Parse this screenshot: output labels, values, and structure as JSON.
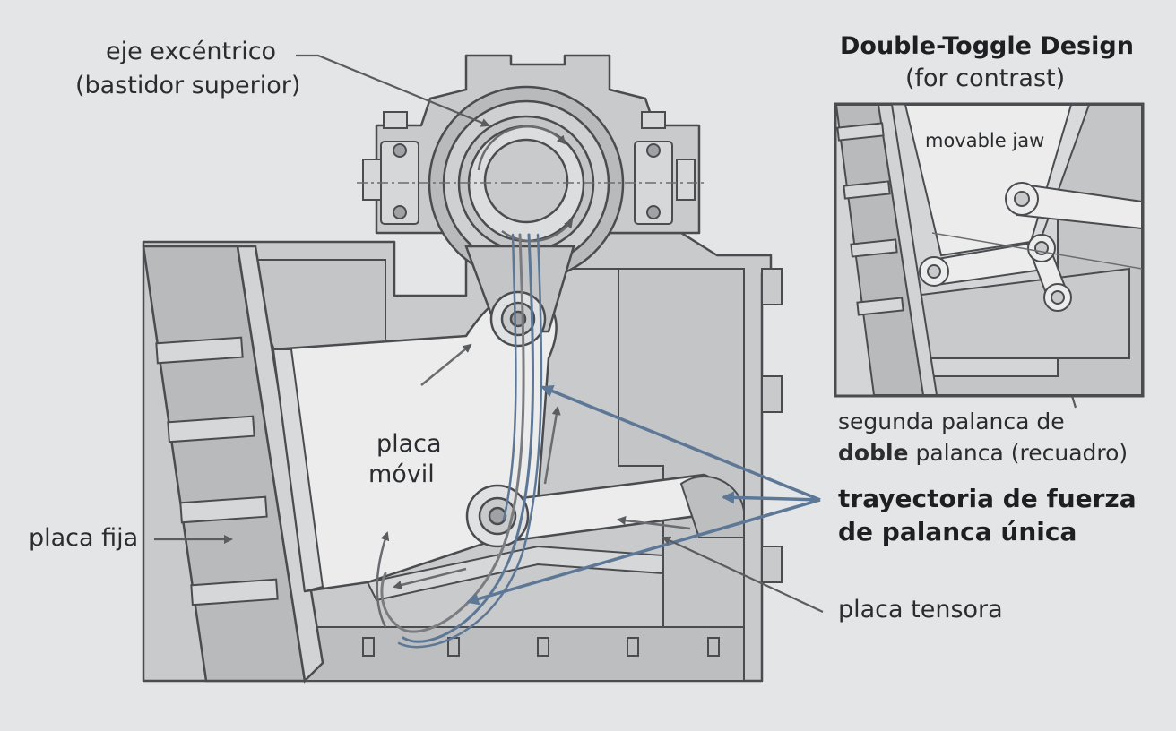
{
  "labels": {
    "eccentric_shaft": "eje excéntrico",
    "upper_frame": "(bastidor superior)",
    "fixed_plate": "placa fija",
    "movable_plate_1": "placa",
    "movable_plate_2": "móvil",
    "force_path_1": "trayectoria de fuerza",
    "force_path_2": "de palanca única",
    "tension_plate": "placa tensora"
  },
  "inset": {
    "title": "Double-Toggle Design",
    "subtitle": "(for contrast)",
    "movable_jaw": "movable jaw",
    "caption_line1": "segunda palanca de",
    "caption_bold": "doble",
    "caption_rest": " palanca (recuadro)"
  },
  "colors": {
    "background": "#e4e5e6",
    "frame": "#c9cacc",
    "outline": "#4a4c50",
    "jaw": "#ececec",
    "force_path": "#5d7896",
    "annotation": "#5a5c60"
  }
}
